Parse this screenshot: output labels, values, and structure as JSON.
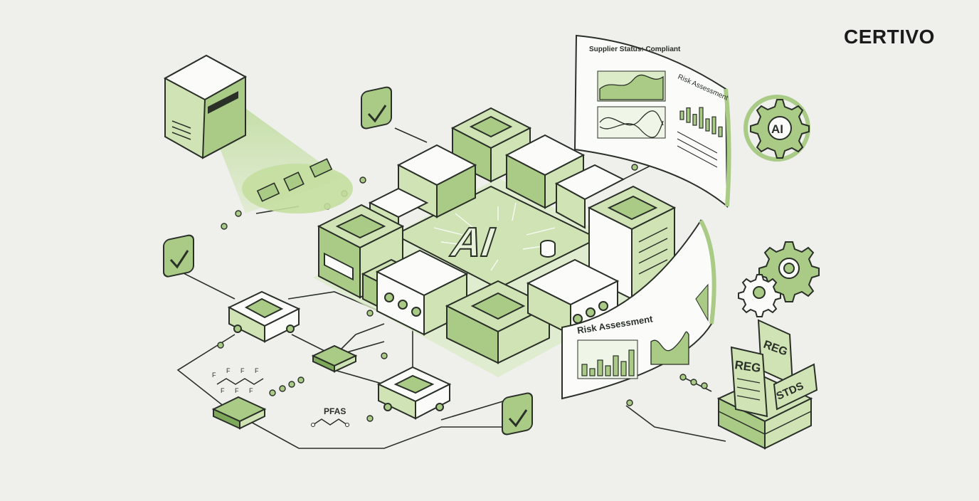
{
  "brand": {
    "logo_text": "CERTIVO"
  },
  "core": {
    "label": "AI"
  },
  "panel_top": {
    "title": "Supplier Status: Compliant",
    "subtitle": "Risk Assessment",
    "bars": [
      0.35,
      0.6,
      0.45,
      0.85,
      0.5,
      0.7,
      0.4
    ]
  },
  "panel_bottom": {
    "title": "Risk Assessment",
    "bars": [
      0.4,
      0.25,
      0.55,
      0.35,
      0.7,
      0.5,
      0.9
    ]
  },
  "gear_badge": {
    "label": "AI"
  },
  "documents": {
    "doc_front": "REG",
    "doc_back": "REG",
    "doc_side": "STDS"
  },
  "chem": {
    "label": "PFAS",
    "fluorine_symbol": "F"
  },
  "icons": [
    "check-icon",
    "gear-icon",
    "chip-icon",
    "scanner-icon",
    "document-icon"
  ],
  "colors": {
    "background": "#efefec",
    "green_light": "#cfe3b5",
    "green_mid": "#a9cb86",
    "green_dark": "#7ea85a",
    "outline": "#2a2f28",
    "white": "#fbfcf9"
  }
}
